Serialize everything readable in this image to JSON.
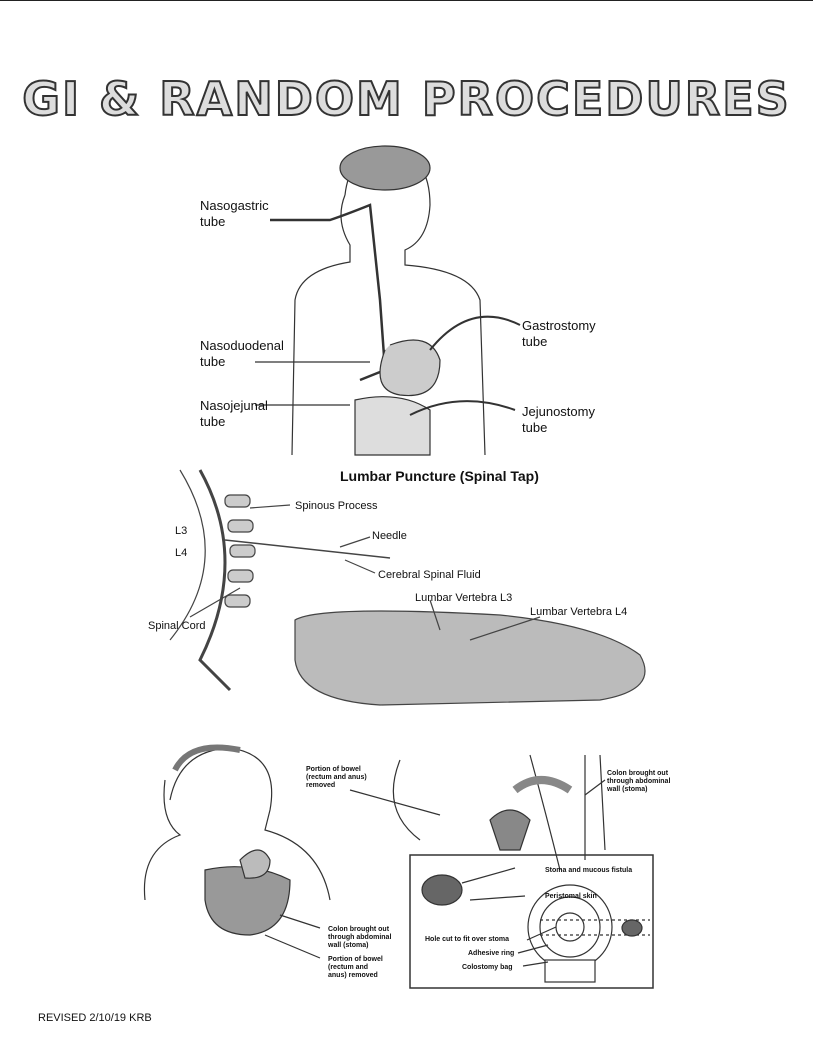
{
  "title": "GI & RANDOM PROCEDURES",
  "gi_tubes": {
    "nasogastric": [
      "Nasogastric",
      "tube"
    ],
    "nasoduodenal": [
      "Nasoduodenal",
      "tube"
    ],
    "nasojejunal": [
      "Nasojejunal",
      "tube"
    ],
    "gastrostomy": [
      "Gastrostomy",
      "tube"
    ],
    "jejunostomy": [
      "Jejunostomy",
      "tube"
    ]
  },
  "lumbar": {
    "title": "Lumbar Puncture (Spinal Tap)",
    "spinous": "Spinous Process",
    "needle": "Needle",
    "csf": "Cerebral Spinal Fluid",
    "l3": "L3",
    "l4": "L4",
    "spinal_cord": "Spinal Cord",
    "vert_l3": "Lumbar Vertebra L3",
    "vert_l4": "Lumbar Vertebra L4"
  },
  "colostomy": {
    "portion_top": [
      "Portion of bowel",
      "(rectum and anus)",
      "removed"
    ],
    "colon_top": [
      "Colon brought out",
      "through abdominal",
      "wall (stoma)"
    ],
    "colon_left": [
      "Colon brought out",
      "through abdominal",
      "wall (stoma)"
    ],
    "portion_left": [
      "Portion of bowel",
      "(rectum and",
      "anus) removed"
    ],
    "stoma": "Stoma and mucous fistula",
    "peristomal": "Peristomal skin",
    "hole": "Hole cut to fit over stoma",
    "ring": "Adhesive ring",
    "bag": "Colostomy bag"
  },
  "footer": "REVISED 2/10/19 KRB"
}
